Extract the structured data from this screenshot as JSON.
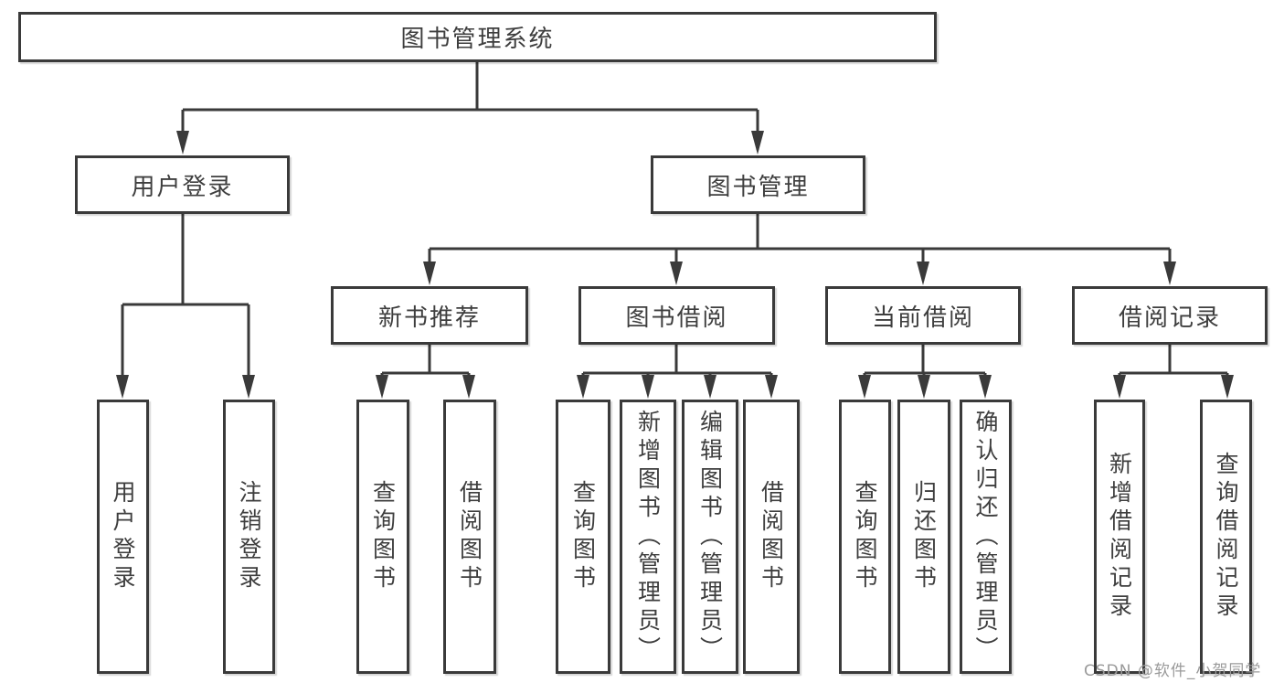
{
  "diagram": {
    "root": {
      "label": "图书管理系统"
    },
    "user_login": {
      "label": "用户登录",
      "children": [
        "用户登录",
        "注销登录"
      ]
    },
    "book_management": {
      "label": "图书管理",
      "new_book": {
        "label": "新书推荐",
        "children": [
          "查询图书",
          "借阅图书"
        ]
      },
      "borrow": {
        "label": "图书借阅",
        "children": [
          "查询图书",
          "新增图书（管理员）",
          "编辑图书（管理员）",
          "借阅图书"
        ]
      },
      "current": {
        "label": "当前借阅",
        "children": [
          "查询图书",
          "归还图书",
          "确认归还（管理员）"
        ]
      },
      "records": {
        "label": "借阅记录",
        "children": [
          "新增借阅记录",
          "查询借阅记录"
        ]
      }
    },
    "watermark": "CSDN @软件_小贺同学",
    "colors": {
      "line": "#3a3a3a",
      "text": "#3e3e3e",
      "box_background": "#ffffff",
      "watermark": "#9a9a9a"
    }
  }
}
